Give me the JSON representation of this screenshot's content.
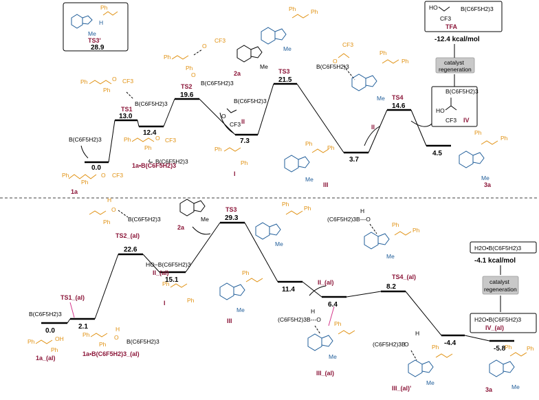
{
  "upper": {
    "levels": [
      "0.0",
      "13.0",
      "12.4",
      "19.6",
      "7.3",
      "21.5",
      "3.7",
      "14.6",
      "4.5"
    ],
    "labels": {
      "ts1": "TS1",
      "ts2": "TS2",
      "ts3": "TS3",
      "ts4": "TS4",
      "int_1a": "1a",
      "int_complex": "1a•B(C6F5H2)3",
      "int_I": "I",
      "int_II": "II",
      "int_III": "III",
      "int_3a": "3a",
      "int_2a": "2a",
      "int_IV": "IV",
      "int_TFA": "TFA",
      "ts3p": "TS3'"
    },
    "ts3p_energy": "28.9",
    "catalyst_text": "B(C6F5H2)3",
    "tfa_energy": "-12.4 kcal/mol",
    "regen_1": "catalyst",
    "regen_2": "regeneration",
    "arrow_label_II": "II"
  },
  "lower": {
    "levels": [
      "0.0",
      "2.1",
      "22.6",
      "15.1",
      "29.3",
      "11.4",
      "6.4",
      "8.2",
      "-4.4",
      "-5.8"
    ],
    "labels": {
      "ts1": "TS1_(al)",
      "ts2": "TS2_(al)",
      "ts3": "TS3",
      "ts4": "TS4_(al)",
      "int_1a": "1a_(al)",
      "int_complex": "1a•B(C6F5H2)3_(al)",
      "int_I": "I",
      "int_II": "II_(al)",
      "int_III": "III",
      "int_IIIal": "III_(al)",
      "int_IIIalp": "III_(al)'",
      "int_3a": "3a",
      "int_2a": "2a",
      "int_IVal": "IV_(al)"
    },
    "water_box": "H2O•B(C6F5H2)3",
    "water_box2": "H2O•B(C6F5H2)3",
    "water_energy": "-4.1 kcal/mol",
    "regen_1": "catalyst",
    "regen_2": "regeneration",
    "arrow_label_II": "II_(al)",
    "catalyst_text": "B(C6F5H2)3",
    "ho_b": "HO−B(C6F5H2)3",
    "b_o": "(C6F5H2)3B---O",
    "b_o2": "(C6F5H2)3B---O",
    "b_o3": "(C6F5H2)3B",
    "b_o4": "(C6F5H2)3B---O"
  },
  "texts": {
    "ph": "Ph",
    "me": "Me",
    "cf3": "CF3",
    "o": "O",
    "h": "H",
    "oh": "OH",
    "ho": "HO"
  }
}
